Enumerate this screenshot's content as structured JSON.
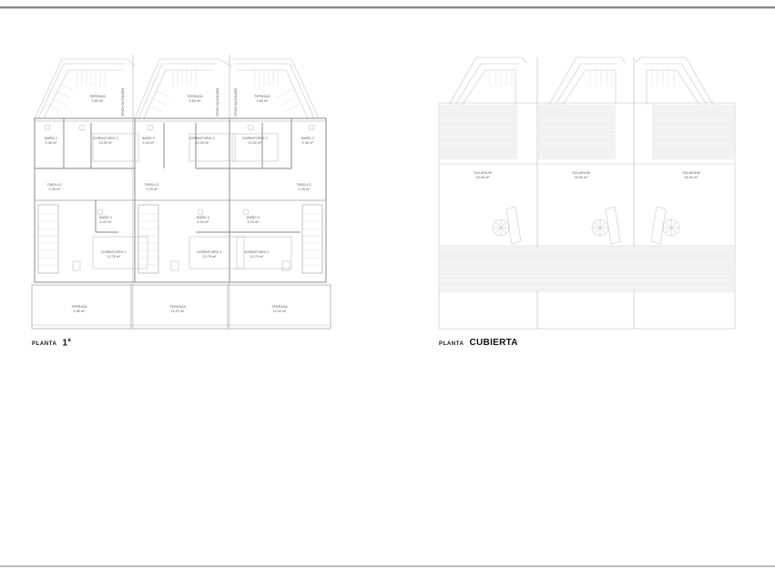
{
  "document": {
    "type": "architectural floor plans",
    "rules": [
      "top",
      "bottom"
    ]
  },
  "plans": [
    {
      "id": "planta-1",
      "caption": {
        "prefix": "PLANTA",
        "title": "1",
        "superscript": "a"
      },
      "units": [
        {
          "rooms": [
            {
              "name": "TERRAZA",
              "area": "3.60 m²"
            },
            {
              "name": "BAÑO 2",
              "area": "3.35 m²"
            },
            {
              "name": "DORMITORIO 2",
              "area": "10.00 m²"
            },
            {
              "name": "PASILLO",
              "area": "2.25 m²"
            },
            {
              "name": "BAÑO 3",
              "area": "4.20 m²"
            },
            {
              "name": "DORMITORIO 1",
              "area": "12.75 m²"
            },
            {
              "name": "TERRAZA",
              "area": "9.80 m²"
            }
          ],
          "vertical_note": {
            "line1": "DEPÓSITO",
            "line2": "AGUA"
          }
        },
        {
          "rooms": [
            {
              "name": "TERRAZA",
              "area": "3.60 m²"
            },
            {
              "name": "BAÑO 2",
              "area": "3.35 m²"
            },
            {
              "name": "DORMITORIO 2",
              "area": "10.00 m²"
            },
            {
              "name": "PASILLO",
              "area": "2.20 m²"
            },
            {
              "name": "BAÑO 3",
              "area": "4.20 m²"
            },
            {
              "name": "DORMITORIO 1",
              "area": "12.75 m²"
            },
            {
              "name": "TERRAZA",
              "area": "11.20 m²"
            }
          ],
          "vertical_note": {
            "line1": "DEPÓSITO",
            "line2": "AGUA"
          }
        },
        {
          "rooms": [
            {
              "name": "TERRAZA",
              "area": "3.60 m²"
            },
            {
              "name": "BAÑO 2",
              "area": "3.35 m²"
            },
            {
              "name": "DORMITORIO 2",
              "area": "10.00 m²"
            },
            {
              "name": "PASILLO",
              "area": "2.25 m²"
            },
            {
              "name": "BAÑO 3",
              "area": "4.20 m²"
            },
            {
              "name": "DORMITORIO 1",
              "area": "12.75 m²"
            },
            {
              "name": "TERRAZA",
              "area": "11.00 m²"
            }
          ],
          "vertical_note": {
            "line1": "DEPÓSITO",
            "line2": "AGUA"
          }
        }
      ]
    },
    {
      "id": "planta-cubierta",
      "caption": {
        "prefix": "PLANTA",
        "title": "CUBIERTA",
        "superscript": ""
      },
      "units": [
        {
          "rooms": [
            {
              "name": "SOLARIUM",
              "area": "25.00 m²"
            }
          ]
        },
        {
          "rooms": [
            {
              "name": "SOLARIUM",
              "area": "25.00 m²"
            }
          ]
        },
        {
          "rooms": [
            {
              "name": "SOLARIUM",
              "area": "25.00 m²"
            }
          ]
        }
      ]
    }
  ],
  "colors": {
    "line": "#bfbfbf",
    "wall": "#9a9a9a",
    "text": "#555555",
    "caption": "#111111",
    "hatch": "#e6e6e6"
  }
}
